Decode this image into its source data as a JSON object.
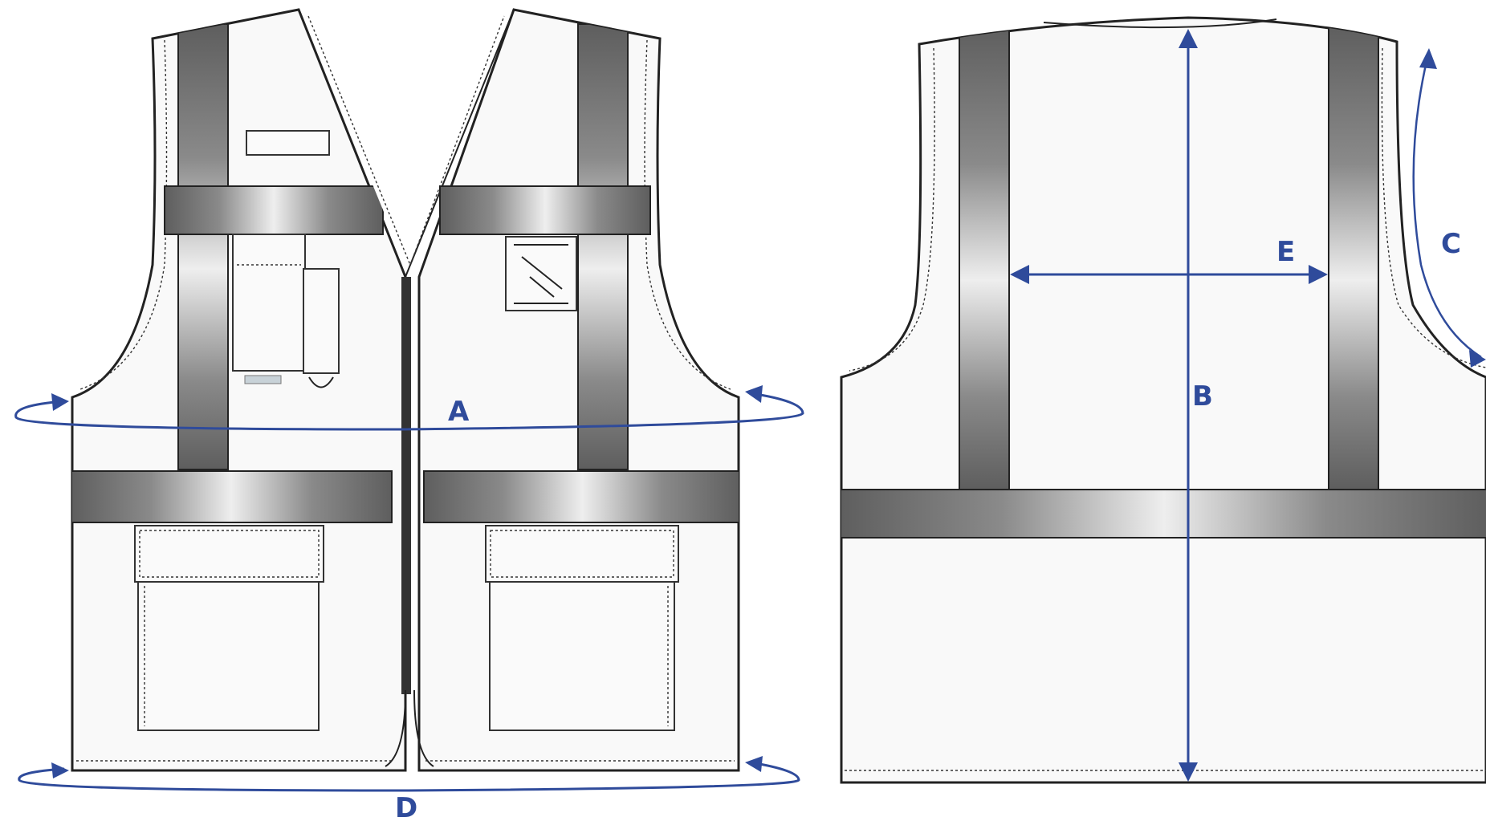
{
  "figure": {
    "views": [
      "front",
      "back"
    ],
    "colors": {
      "measurement": "#2f4b9b",
      "outline": "#222222",
      "vest_fill": "#f9f9f9",
      "tape_dark": "#5e5e5e",
      "tape_light": "#ececec"
    },
    "measurements": [
      {
        "id": "A",
        "label": "A"
      },
      {
        "id": "B",
        "label": "B"
      },
      {
        "id": "C",
        "label": "C"
      },
      {
        "id": "D",
        "label": "D"
      },
      {
        "id": "E",
        "label": "E"
      }
    ]
  }
}
